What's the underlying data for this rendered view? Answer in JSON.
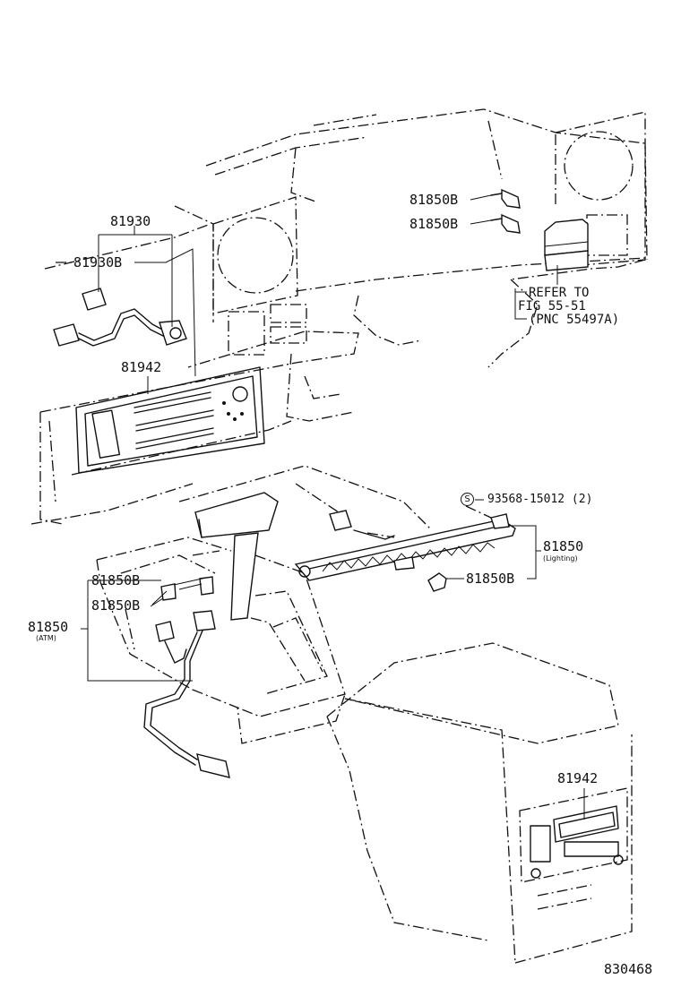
{
  "labels": {
    "p81930": "81930",
    "p81930b_top": "81930B",
    "p81942_top": "81942",
    "p81850b_a": "81850B",
    "p81850b_b": "81850B",
    "refer_1": "REFER TO",
    "refer_2": "FIG 55-51",
    "refer_3": "(PNC 55497A)",
    "screw_symbol": "S",
    "p93568": "93568-15012 (2)",
    "p81850_lighting": "81850",
    "lighting_note": "(Lighting)",
    "p81850b_c": "81850B",
    "p81850b_d": "81850B",
    "p81850b_e": "81850B",
    "p81850_atm": "81850",
    "atm_note": "(ATM)",
    "p81942_bottom": "81942",
    "fig_number": "830468"
  }
}
